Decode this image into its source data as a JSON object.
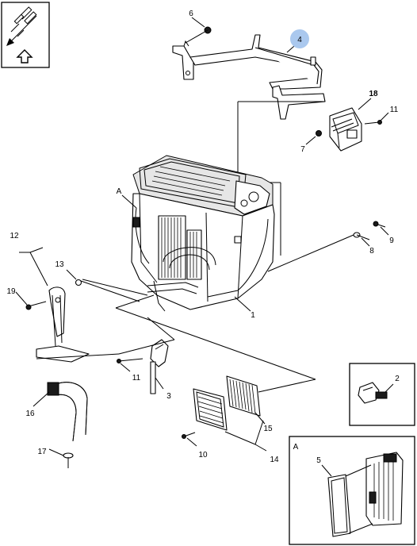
{
  "callouts": {
    "c1": "1",
    "c2": "2",
    "c3": "3",
    "c4": "4",
    "c5": "5",
    "c6": "6",
    "c7": "7",
    "c8": "8",
    "c9": "9",
    "c10": "10",
    "c11a": "11",
    "c11b": "11",
    "c12": "12",
    "c13": "13",
    "c14": "14",
    "c15": "15",
    "c16": "16",
    "c17": "17",
    "c18": "18",
    "c19": "19",
    "detail_ref": "A",
    "detail_inset": "A"
  },
  "highlight": {
    "callout": "4",
    "color": "#aac8ee"
  },
  "icons": [
    "location-arrow-icon",
    "front-direction-arrow-icon"
  ]
}
